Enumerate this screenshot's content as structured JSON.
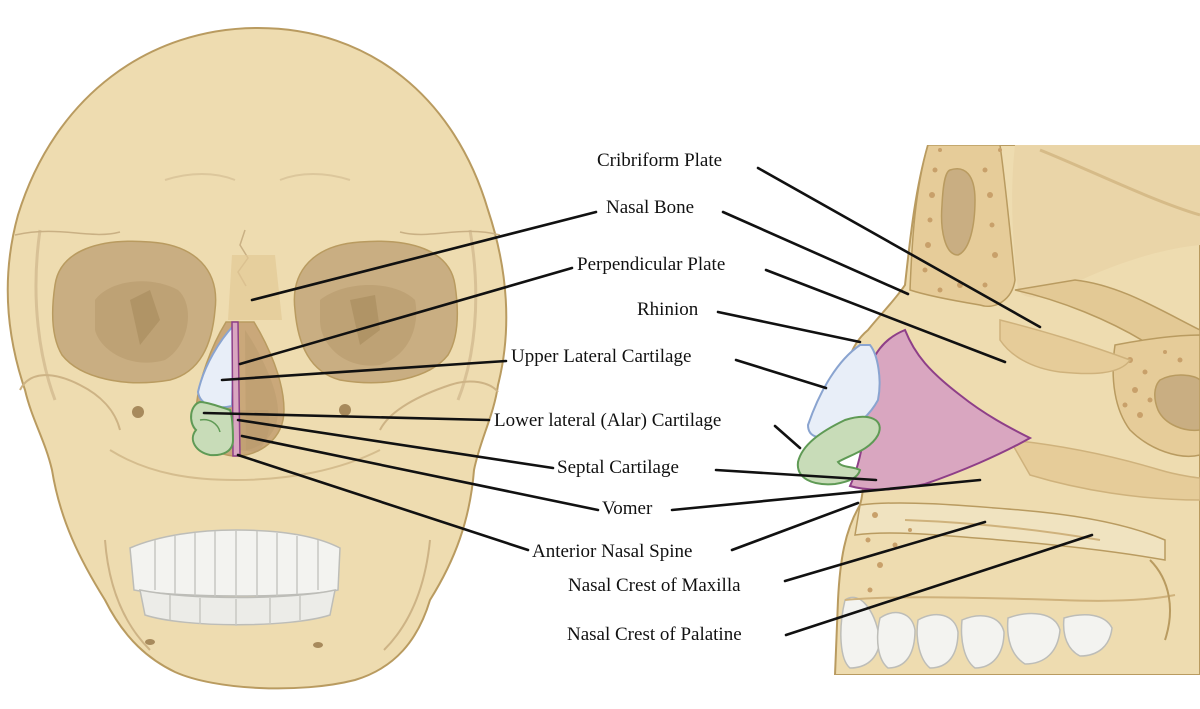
{
  "labels": {
    "cribriform_plate": "Cribriform Plate",
    "nasal_bone": "Nasal Bone",
    "perpendicular_plate": "Perpendicular Plate",
    "rhinion": "Rhinion",
    "upper_lateral_cartilage": "Upper Lateral Cartilage",
    "lower_lateral_cartilage": "Lower lateral (Alar) Cartilage",
    "septal_cartilage": "Septal Cartilage",
    "vomer": "Vomer",
    "anterior_nasal_spine": "Anterior Nasal Spine",
    "nasal_crest_maxilla": "Nasal Crest of Maxilla",
    "nasal_crest_palatine": "Nasal Crest of Palatine"
  },
  "colors": {
    "bone": "#eedcb0",
    "bone_shade": "#e3c995",
    "bone_outline": "#b99b60",
    "orbit_shadow": "#c9ae82",
    "orbit_deep": "#b89a6c",
    "cavity": "#caa87a",
    "teeth": "#f3f3f0",
    "teeth_outline": "#bdbdb8",
    "cartilage_upper": "#e8eef8",
    "cartilage_upper_outline": "#8aa4d0",
    "cartilage_alar": "#c8dcb8",
    "cartilage_alar_outline": "#5f9a55",
    "septum": "#d9a6c0",
    "septum_outline": "#8e3f88",
    "spongy_dot": "#c8a06a"
  }
}
